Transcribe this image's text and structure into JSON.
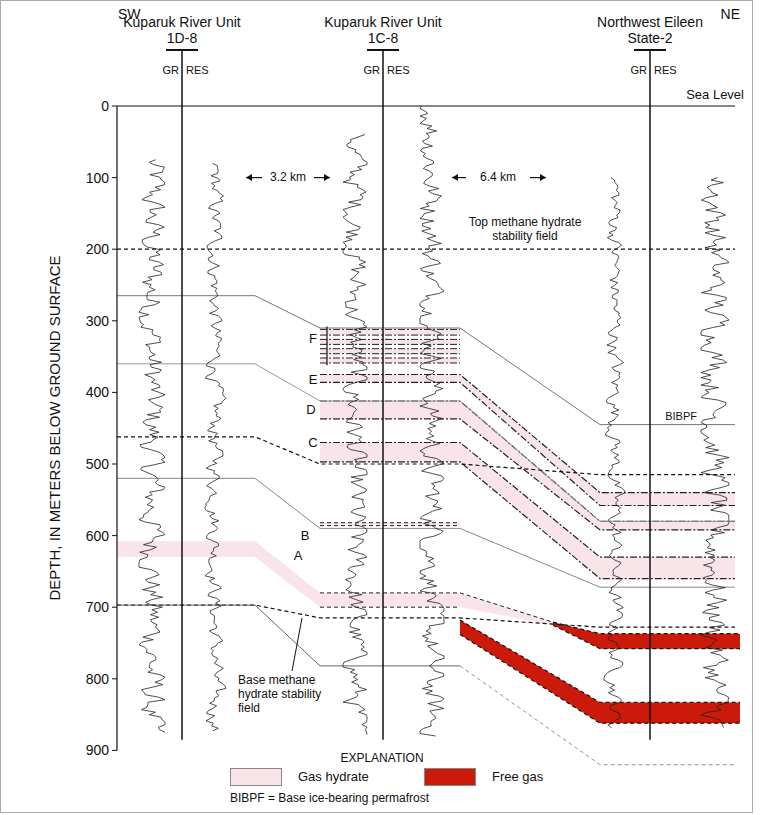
{
  "diagram": {
    "labels": [
      "SW",
      "NE",
      "Kuparuk River Unit",
      "1D-8",
      "Kuparuk River Unit",
      "1C-8",
      "Northwest Eileen",
      "State-2",
      "Sea Level",
      "GR",
      "RES",
      "GR",
      "RES",
      "GR",
      "RES",
      "0",
      "100",
      "200",
      "300",
      "400",
      "500",
      "600",
      "700",
      "800",
      "900",
      "DEPTH, IN METERS BELOW GROUND SURFACE",
      "3.2 km",
      "6.4 km",
      "Top methane hydrate stability field",
      "F",
      "E",
      "D",
      "C",
      "B",
      "A",
      "BIBPF",
      "Base methane hydrate stability field",
      "EXPLANATION",
      "BIBPF = Base ice-bearing permafrost"
    ],
    "legend": [
      {
        "text": "Gas hydrate",
        "color": "#f9e4ea"
      },
      {
        "text": "Free gas",
        "color": "#cc1a0a"
      }
    ]
  }
}
